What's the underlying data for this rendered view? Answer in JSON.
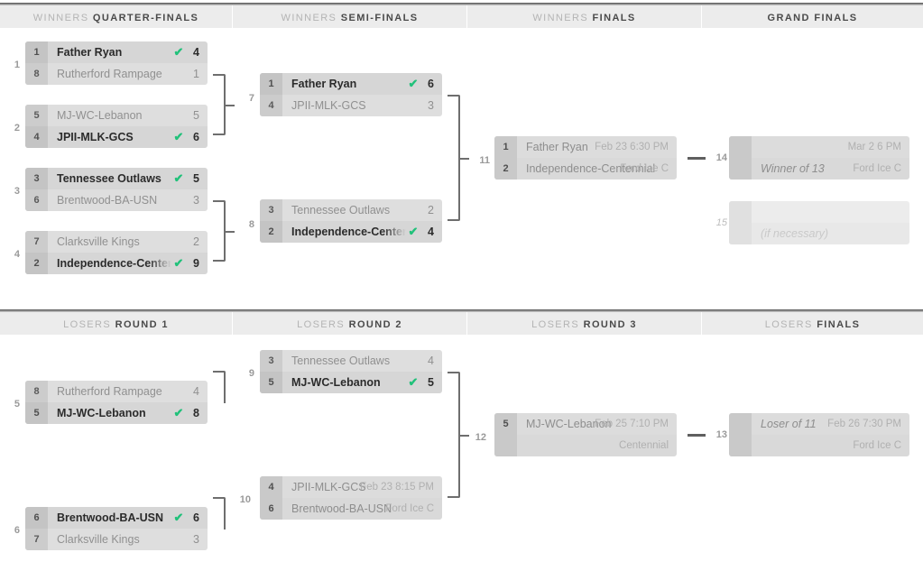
{
  "headers": [
    {
      "pre": "WINNERS",
      "post": "QUARTER-FINALS"
    },
    {
      "pre": "WINNERS",
      "post": "SEMI-FINALS"
    },
    {
      "pre": "WINNERS",
      "post": "FINALS"
    },
    {
      "pre": "",
      "post": "GRAND FINALS"
    },
    {
      "pre": "LOSERS",
      "post": "ROUND 1"
    },
    {
      "pre": "LOSERS",
      "post": "ROUND 2"
    },
    {
      "pre": "LOSERS",
      "post": "ROUND 3"
    },
    {
      "pre": "LOSERS",
      "post": "FINALS"
    }
  ],
  "icons": {
    "check": "✔"
  },
  "colors": {
    "check_green": "#21c17a",
    "winner_row_bg": "#d6d6d6",
    "loser_row_bg": "#dedede",
    "header_bg": "#ececec",
    "connector": "#6e6e6e"
  },
  "matches": {
    "m1": {
      "number": "1",
      "top": {
        "seed": "1",
        "name": "Father Ryan",
        "score": "4",
        "winner": true
      },
      "bottom": {
        "seed": "8",
        "name": "Rutherford Rampage",
        "score": "1",
        "winner": false
      }
    },
    "m2": {
      "number": "2",
      "top": {
        "seed": "5",
        "name": "MJ-WC-Lebanon",
        "score": "5",
        "winner": false
      },
      "bottom": {
        "seed": "4",
        "name": "JPII-MLK-GCS",
        "score": "6",
        "winner": true
      }
    },
    "m3": {
      "number": "3",
      "top": {
        "seed": "3",
        "name": "Tennessee Outlaws",
        "score": "5",
        "winner": true
      },
      "bottom": {
        "seed": "6",
        "name": "Brentwood-BA-USN",
        "score": "3",
        "winner": false
      }
    },
    "m4": {
      "number": "4",
      "top": {
        "seed": "7",
        "name": "Clarksville Kings",
        "score": "2",
        "winner": false
      },
      "bottom": {
        "seed": "2",
        "name": "Independence-Centennial",
        "score": "9",
        "winner": true
      }
    },
    "m5": {
      "number": "5",
      "top": {
        "seed": "8",
        "name": "Rutherford Rampage",
        "score": "4",
        "winner": false
      },
      "bottom": {
        "seed": "5",
        "name": "MJ-WC-Lebanon",
        "score": "8",
        "winner": true
      }
    },
    "m6": {
      "number": "6",
      "top": {
        "seed": "6",
        "name": "Brentwood-BA-USN",
        "score": "6",
        "winner": true
      },
      "bottom": {
        "seed": "7",
        "name": "Clarksville Kings",
        "score": "3",
        "winner": false
      }
    },
    "m7": {
      "number": "7",
      "top": {
        "seed": "1",
        "name": "Father Ryan",
        "score": "6",
        "winner": true
      },
      "bottom": {
        "seed": "4",
        "name": "JPII-MLK-GCS",
        "score": "3",
        "winner": false
      }
    },
    "m8": {
      "number": "8",
      "top": {
        "seed": "3",
        "name": "Tennessee Outlaws",
        "score": "2",
        "winner": false
      },
      "bottom": {
        "seed": "2",
        "name": "Independence-Centennial",
        "score": "4",
        "winner": true
      }
    },
    "m9": {
      "number": "9",
      "top": {
        "seed": "3",
        "name": "Tennessee Outlaws",
        "score": "4",
        "winner": false
      },
      "bottom": {
        "seed": "5",
        "name": "MJ-WC-Lebanon",
        "score": "5",
        "winner": true
      }
    },
    "m10": {
      "number": "10",
      "top": {
        "seed": "4",
        "name": "JPII-MLK-GCS",
        "meta": "Feb 23  8:15 PM"
      },
      "bottom": {
        "seed": "6",
        "name": "Brentwood-BA-USN",
        "meta": "Ford Ice C"
      }
    },
    "m11": {
      "number": "11",
      "top": {
        "seed": "1",
        "name": "Father Ryan",
        "meta": "Feb 23  6:30 PM"
      },
      "bottom": {
        "seed": "2",
        "name": "Independence-Centennial",
        "meta": "Ford Ice C"
      }
    },
    "m12": {
      "number": "12",
      "top": {
        "seed": "5",
        "name": "MJ-WC-Lebanon",
        "meta": "Feb 25  7:10 PM"
      },
      "bottom": {
        "seed": "",
        "name": "",
        "meta": "Centennial"
      }
    },
    "m13": {
      "number": "13",
      "top": {
        "seed": "",
        "name": "Loser of 11",
        "meta": "Feb 26  7:30 PM",
        "placeholder": true
      },
      "bottom": {
        "seed": "",
        "name": "",
        "meta": "Ford Ice C"
      }
    },
    "m14": {
      "number": "14",
      "top": {
        "seed": "",
        "name": "",
        "meta": "Mar 2  6 PM"
      },
      "bottom": {
        "seed": "",
        "name": "Winner of 13",
        "meta": "Ford Ice C",
        "placeholder": true
      }
    },
    "m15": {
      "number": "15",
      "top": {
        "seed": "",
        "name": "",
        "meta": ""
      },
      "bottom": {
        "seed": "",
        "name": "(if necessary)",
        "meta": "",
        "placeholder": true
      }
    }
  }
}
